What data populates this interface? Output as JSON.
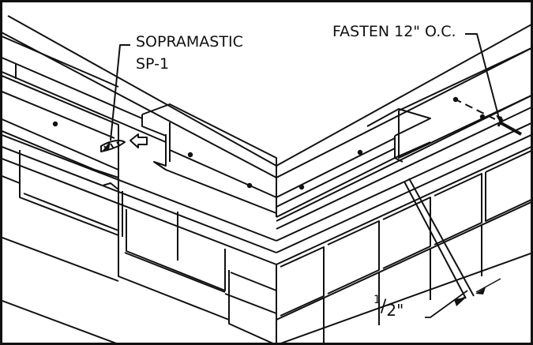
{
  "labels": {
    "sopramastic": "SOPRAMASTIC",
    "sp1": "SP-1",
    "fasten": "FASTEN 12\" O.C.",
    "half_num": "1",
    "half_slash": "/",
    "half_den": "2\""
  },
  "colors": {
    "line": "#111111",
    "background": "#ffffff"
  }
}
